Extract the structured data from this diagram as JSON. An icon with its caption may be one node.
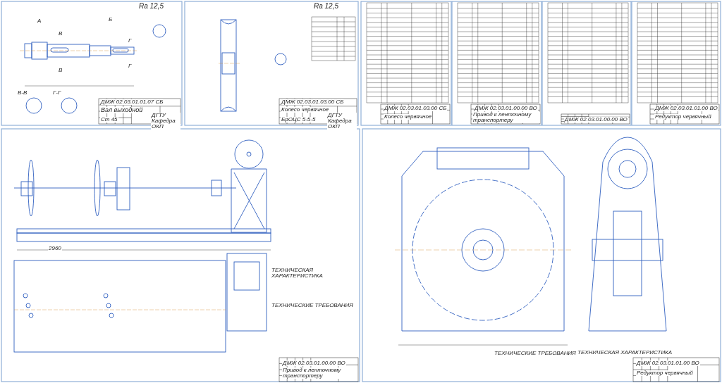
{
  "diagram": {
    "labels": [
      "Ra 12,5",
      "А",
      "Б",
      "В",
      "В",
      "Г",
      "Г",
      "В-В",
      "Г-Г",
      "ДМЖ 02.03.01.01.07 СБ",
      "Вал выходной",
      "Ст 45",
      "ДГТУ Кафедра ОКП",
      "Ra 12,5",
      "ДМЖ 02.03.01.03.00 СБ",
      "Колесо червячное",
      "БрОЦС 5-5-5",
      "ДГТУ Кафедра ОКП",
      "ДМЖ 02.03.01.03.00 СБ",
      "Колесо червячное",
      "ДМЖ 02.03.01.00.00 ВО",
      "Привод к ленточному транспортеру",
      "ДМЖ 02.03.01.00.00 ВО",
      "ДМЖ 02.03.01.01.00 ВО",
      "Редуктор червячный",
      "2960",
      "ТЕХНИЧЕСКАЯ ХАРАКТЕРИСТИКА",
      "ТЕХНИЧЕСКИЕ ТРЕБОВАНИЯ",
      "ДМЖ 02.03.01.00.00 ВО",
      "Привод к ленточному транспортеру",
      "ТЕХНИЧЕСКИЕ ТРЕБОВАНИЯ",
      "ТЕХНИЧЕСКАЯ ХАРАКТЕРИСТИКА",
      "ДМЖ 02.03.01.01.00 ВО",
      "Редуктор червячный"
    ]
  }
}
